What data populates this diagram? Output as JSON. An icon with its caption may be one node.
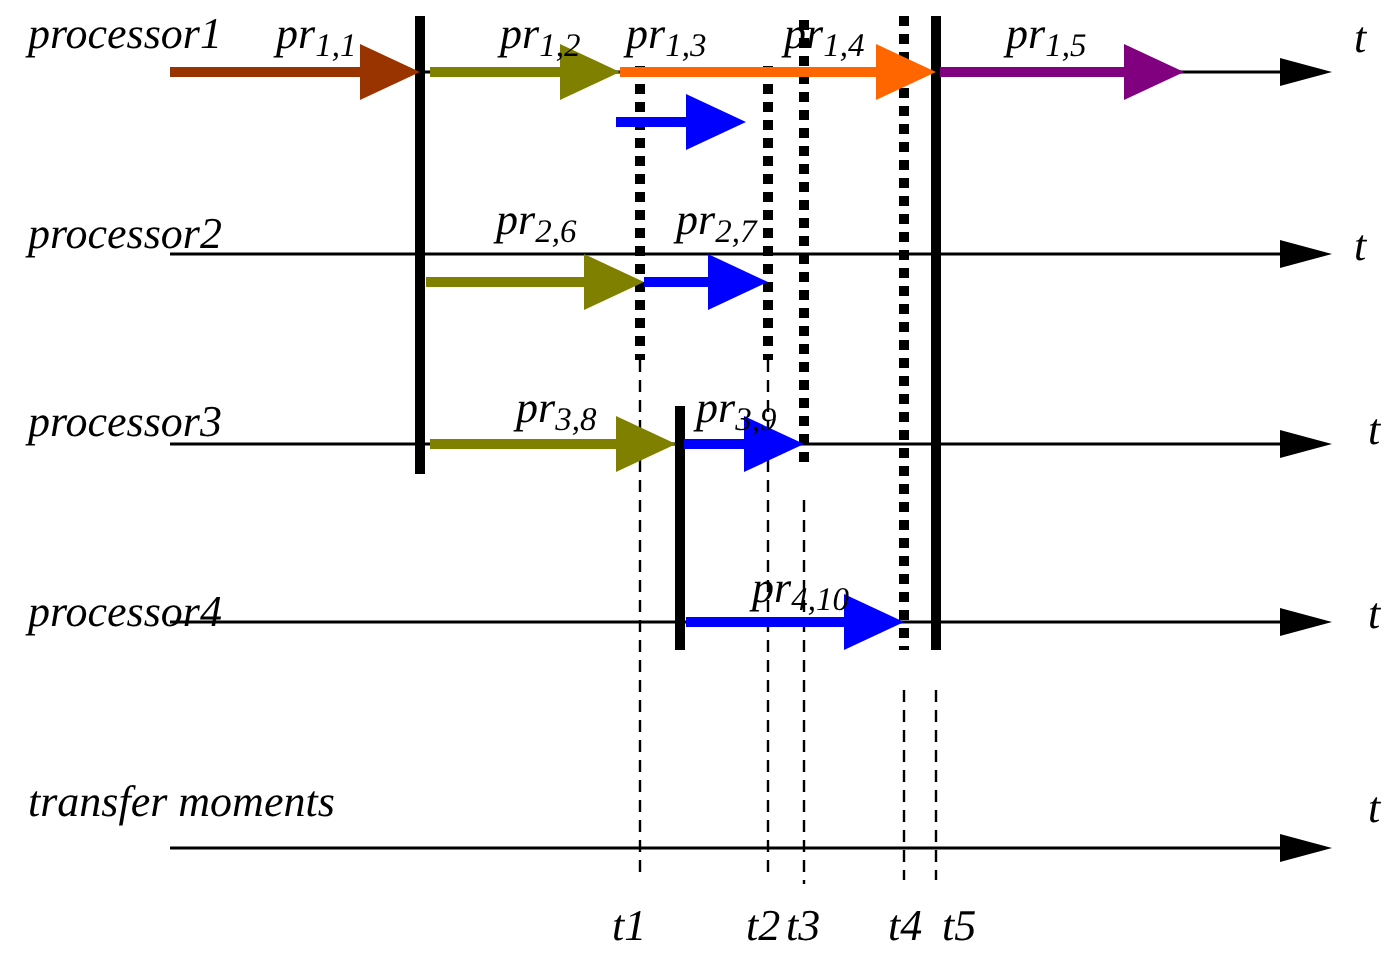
{
  "diagram": {
    "labels": [
      "processor1",
      "pr$_{1,1}$",
      "pr$_{1,2}$",
      "pr$_{1,3}$",
      "pr$_{1,4}$",
      "pr$_{1,5}$",
      "t",
      "processor2",
      "pr$_{2,6}$",
      "pr$_{2,7}$",
      "t",
      "processor3",
      "pr$_{3,8}$",
      "pr$_{3,9}$",
      "t",
      "processor4",
      "pr$_{4,10}$",
      "t",
      "transfer moments",
      "t",
      "t1",
      "t2",
      "t3",
      "t4",
      "t5"
    ]
  }
}
